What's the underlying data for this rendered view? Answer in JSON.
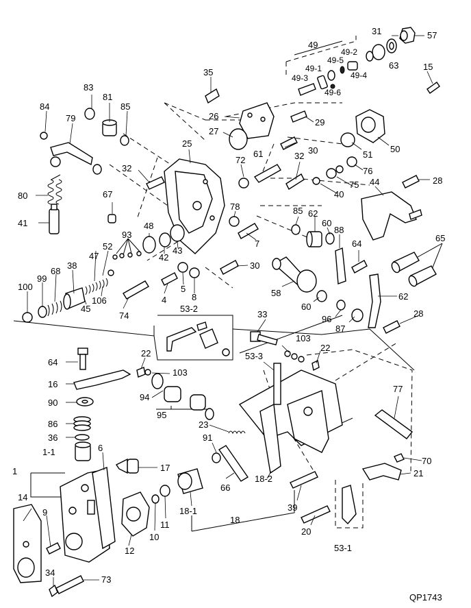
{
  "diagram_code": "QP1743",
  "callouts": [
    {
      "id": "c1",
      "text": "1"
    },
    {
      "id": "c1-1",
      "text": "1-1"
    },
    {
      "id": "c4",
      "text": "4"
    },
    {
      "id": "c5",
      "text": "5"
    },
    {
      "id": "c6",
      "text": "6"
    },
    {
      "id": "c7",
      "text": "7"
    },
    {
      "id": "c8",
      "text": "8"
    },
    {
      "id": "c9",
      "text": "9"
    },
    {
      "id": "c10",
      "text": "10"
    },
    {
      "id": "c11",
      "text": "11"
    },
    {
      "id": "c12",
      "text": "12"
    },
    {
      "id": "c14",
      "text": "14"
    },
    {
      "id": "c15",
      "text": "15"
    },
    {
      "id": "c16",
      "text": "16"
    },
    {
      "id": "c17",
      "text": "17"
    },
    {
      "id": "c18",
      "text": "18"
    },
    {
      "id": "c18-1",
      "text": "18-1"
    },
    {
      "id": "c18-2",
      "text": "18-2"
    },
    {
      "id": "c20",
      "text": "20"
    },
    {
      "id": "c21",
      "text": "21"
    },
    {
      "id": "c22a",
      "text": "22"
    },
    {
      "id": "c22b",
      "text": "22"
    },
    {
      "id": "c23",
      "text": "23"
    },
    {
      "id": "c25",
      "text": "25"
    },
    {
      "id": "c26",
      "text": "26"
    },
    {
      "id": "c27",
      "text": "27"
    },
    {
      "id": "c28a",
      "text": "28"
    },
    {
      "id": "c28b",
      "text": "28"
    },
    {
      "id": "c29",
      "text": "29"
    },
    {
      "id": "c30a",
      "text": "30"
    },
    {
      "id": "c30b",
      "text": "30"
    },
    {
      "id": "c31",
      "text": "31"
    },
    {
      "id": "c32a",
      "text": "32"
    },
    {
      "id": "c32b",
      "text": "32"
    },
    {
      "id": "c33",
      "text": "33"
    },
    {
      "id": "c34",
      "text": "34"
    },
    {
      "id": "c35",
      "text": "35"
    },
    {
      "id": "c36",
      "text": "36"
    },
    {
      "id": "c38",
      "text": "38"
    },
    {
      "id": "c39",
      "text": "39"
    },
    {
      "id": "c40",
      "text": "40"
    },
    {
      "id": "c41",
      "text": "41"
    },
    {
      "id": "c42",
      "text": "42"
    },
    {
      "id": "c43",
      "text": "43"
    },
    {
      "id": "c44",
      "text": "44"
    },
    {
      "id": "c45",
      "text": "45"
    },
    {
      "id": "c47",
      "text": "47"
    },
    {
      "id": "c48",
      "text": "48"
    },
    {
      "id": "c49",
      "text": "49"
    },
    {
      "id": "c49-1",
      "text": "49-1"
    },
    {
      "id": "c49-2",
      "text": "49-2"
    },
    {
      "id": "c49-3",
      "text": "49-3"
    },
    {
      "id": "c49-4",
      "text": "49-4"
    },
    {
      "id": "c49-5",
      "text": "49-5"
    },
    {
      "id": "c49-6",
      "text": "49-6"
    },
    {
      "id": "c50",
      "text": "50"
    },
    {
      "id": "c51",
      "text": "51"
    },
    {
      "id": "c52",
      "text": "52"
    },
    {
      "id": "c53-1",
      "text": "53-1"
    },
    {
      "id": "c53-2",
      "text": "53-2"
    },
    {
      "id": "c53-3",
      "text": "53-3"
    },
    {
      "id": "c57",
      "text": "57"
    },
    {
      "id": "c58",
      "text": "58"
    },
    {
      "id": "c60a",
      "text": "60"
    },
    {
      "id": "c60b",
      "text": "60"
    },
    {
      "id": "c61",
      "text": "61"
    },
    {
      "id": "c62a",
      "text": "62"
    },
    {
      "id": "c62b",
      "text": "62"
    },
    {
      "id": "c63",
      "text": "63"
    },
    {
      "id": "c64a",
      "text": "64"
    },
    {
      "id": "c64b",
      "text": "64"
    },
    {
      "id": "c65",
      "text": "65"
    },
    {
      "id": "c66",
      "text": "66"
    },
    {
      "id": "c67",
      "text": "67"
    },
    {
      "id": "c68",
      "text": "68"
    },
    {
      "id": "c70",
      "text": "70"
    },
    {
      "id": "c72",
      "text": "72"
    },
    {
      "id": "c73",
      "text": "73"
    },
    {
      "id": "c74",
      "text": "74"
    },
    {
      "id": "c75",
      "text": "75"
    },
    {
      "id": "c76",
      "text": "76"
    },
    {
      "id": "c77",
      "text": "77"
    },
    {
      "id": "c78",
      "text": "78"
    },
    {
      "id": "c79",
      "text": "79"
    },
    {
      "id": "c80",
      "text": "80"
    },
    {
      "id": "c81",
      "text": "81"
    },
    {
      "id": "c83",
      "text": "83"
    },
    {
      "id": "c84",
      "text": "84"
    },
    {
      "id": "c85a",
      "text": "85"
    },
    {
      "id": "c85b",
      "text": "85"
    },
    {
      "id": "c86",
      "text": "86"
    },
    {
      "id": "c87",
      "text": "87"
    },
    {
      "id": "c88",
      "text": "88"
    },
    {
      "id": "c90",
      "text": "90"
    },
    {
      "id": "c91",
      "text": "91"
    },
    {
      "id": "c93",
      "text": "93"
    },
    {
      "id": "c94",
      "text": "94"
    },
    {
      "id": "c95",
      "text": "95"
    },
    {
      "id": "c96",
      "text": "96"
    },
    {
      "id": "c99",
      "text": "99"
    },
    {
      "id": "c100",
      "text": "100"
    },
    {
      "id": "c103a",
      "text": "103"
    },
    {
      "id": "c103b",
      "text": "103"
    },
    {
      "id": "c106",
      "text": "106"
    }
  ]
}
